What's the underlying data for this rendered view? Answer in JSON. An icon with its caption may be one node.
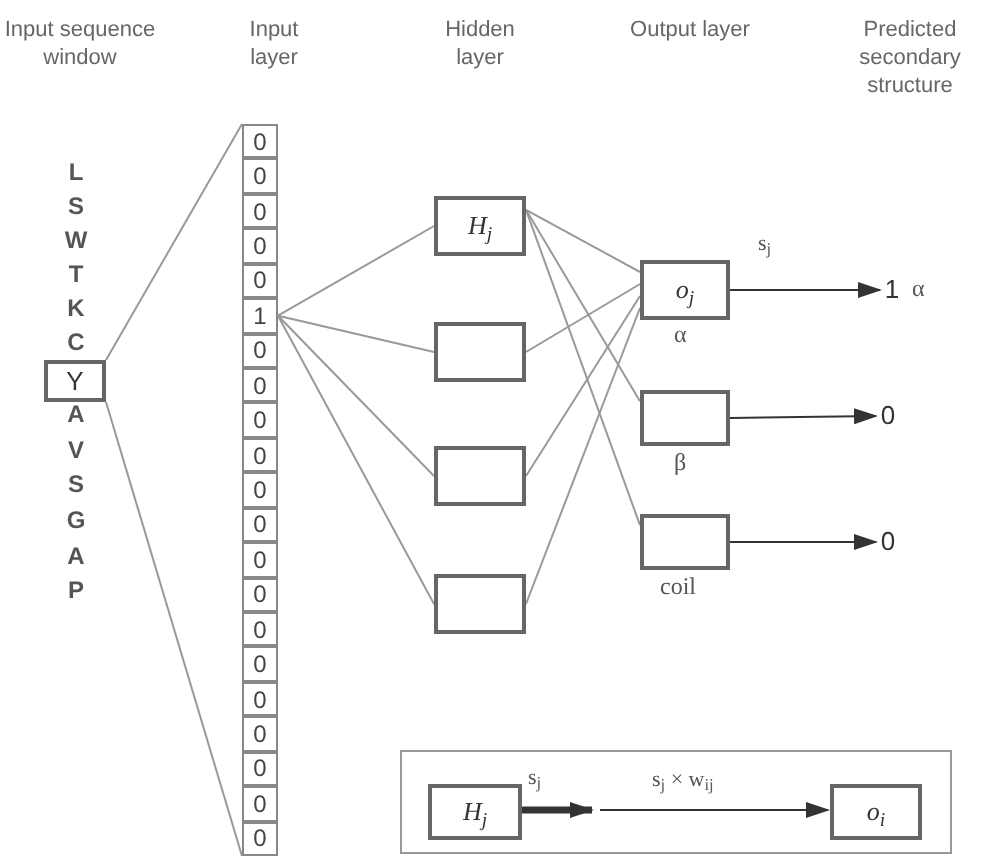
{
  "diagram": {
    "nodes": [
      {
        "text": [
          "Y"
        ]
      },
      {
        "text": [],
        "shape": "box"
      },
      {
        "text": [
          "0"
        ],
        "in": 1
      },
      {
        "text": [
          "0"
        ],
        "in": 1
      },
      {
        "text": [
          "0"
        ],
        "in": 1
      },
      {
        "text": [
          "0"
        ],
        "in": 1
      },
      {
        "text": [
          "0"
        ],
        "in": 1
      },
      {
        "text": [
          "1"
        ],
        "in": 1
      },
      {
        "text": [
          "0"
        ],
        "in": 1
      },
      {
        "text": [
          "0"
        ],
        "in": 1
      },
      {
        "text": [
          "0"
        ],
        "in": 1
      },
      {
        "text": [
          "0"
        ],
        "in": 1
      },
      {
        "text": [
          "0"
        ],
        "in": 1
      },
      {
        "text": [
          "0"
        ],
        "in": 1
      },
      {
        "text": [
          "0"
        ],
        "in": 1
      },
      {
        "text": [
          "0"
        ],
        "in": 1
      },
      {
        "text": [
          "0"
        ],
        "in": 1
      },
      {
        "text": [
          "0"
        ],
        "in": 1
      },
      {
        "text": [
          "0"
        ],
        "in": 1
      },
      {
        "text": [
          "0"
        ],
        "in": 1
      },
      {
        "text": [
          "0"
        ],
        "in": 1
      },
      {
        "text": [
          "0"
        ],
        "in": 1
      },
      {
        "text": [
          "0"
        ],
        "in": 1
      },
      {
        "text": [
          "H$_{j}$"
        ]
      },
      {
        "text": [],
        "shape": "box"
      },
      {
        "text": [],
        "shape": "box"
      },
      {
        "text": [],
        "shape": "box"
      },
      {
        "text": [
          "o$_{j}$"
        ],
        "beside": [
          "α"
        ]
      },
      {
        "text": [],
        "shape": "box",
        "beside": [
          "β"
        ]
      },
      {
        "text": [],
        "shape": "box",
        "beside": [
          "coil"
        ]
      },
      {
        "text": [
          "1"
        ],
        "beside": [
          "α"
        ]
      },
      {
        "text": [
          "0"
        ]
      },
      {
        "text": [
          "0"
        ]
      },
      {
        "text": [],
        "shape": "box"
      },
      {
        "text": [
          "H$_{j}$"
        ],
        "in": 33
      },
      {
        "text": [
          "o$_{i}$"
        ],
        "in": 33
      }
    ],
    "edges": [
      {
        "from": 0,
        "to": 1,
        "arrow": "none"
      },
      {
        "from": 0,
        "to": 1,
        "arrow": "none"
      },
      {
        "from": 7,
        "to": 23,
        "arrow": "none"
      },
      {
        "from": 7,
        "to": 24,
        "arrow": "none"
      },
      {
        "from": 7,
        "to": 25,
        "arrow": "none"
      },
      {
        "from": 7,
        "to": 26,
        "arrow": "none"
      },
      {
        "from": 23,
        "to": 27,
        "arrow": "none"
      },
      {
        "from": 23,
        "to": 28,
        "arrow": "none"
      },
      {
        "from": 23,
        "to": 29,
        "arrow": "none"
      },
      {
        "from": 24,
        "to": 27,
        "arrow": "none"
      },
      {
        "from": 25,
        "to": 27,
        "arrow": "none"
      },
      {
        "from": 26,
        "to": 27,
        "arrow": "none"
      },
      {
        "from": 27,
        "to": 30,
        "arrow": "to",
        "label": "s$_{j}$",
        "color": "#333333"
      },
      {
        "from": 28,
        "to": 31,
        "arrow": "to",
        "color": "#333333"
      },
      {
        "from": 29,
        "to": 32,
        "arrow": "to",
        "color": "#333333"
      },
      {
        "from": 34,
        "to": null,
        "arrow": "to",
        "style": "thick",
        "label": "s$_{j}$",
        "color": "#333333"
      },
      {
        "from": null,
        "to": 35,
        "arrow": "to",
        "label": "s$_{j}$ × w$_{ij}$",
        "color": "#333333"
      }
    ],
    "labels": [
      "Input sequence window",
      "Input layer",
      "Hidden layer",
      "Output layer",
      "Predicted secondary structure",
      "L",
      "S",
      "W",
      "T",
      "K",
      "C",
      "A",
      "V",
      "S",
      "G",
      "A",
      "P"
    ]
  }
}
